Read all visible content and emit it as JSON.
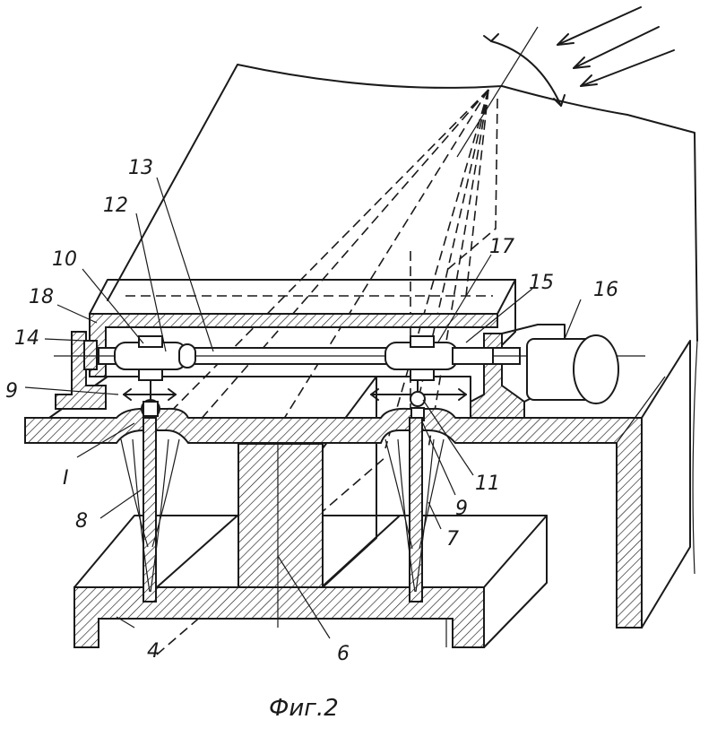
{
  "figure": {
    "caption": "Фиг.2",
    "labels": [
      {
        "id": "ref-13",
        "text": "13"
      },
      {
        "id": "ref-12",
        "text": "12"
      },
      {
        "id": "ref-10",
        "text": "10"
      },
      {
        "id": "ref-18",
        "text": "18"
      },
      {
        "id": "ref-14",
        "text": "14"
      },
      {
        "id": "ref-9-left",
        "text": "9"
      },
      {
        "id": "ref-I",
        "text": "I"
      },
      {
        "id": "ref-8",
        "text": "8"
      },
      {
        "id": "ref-4",
        "text": "4"
      },
      {
        "id": "ref-6",
        "text": "6"
      },
      {
        "id": "ref-17",
        "text": "17"
      },
      {
        "id": "ref-15",
        "text": "15"
      },
      {
        "id": "ref-16",
        "text": "16"
      },
      {
        "id": "ref-11",
        "text": "11"
      },
      {
        "id": "ref-9-right",
        "text": "9"
      },
      {
        "id": "ref-7",
        "text": "7"
      }
    ]
  }
}
